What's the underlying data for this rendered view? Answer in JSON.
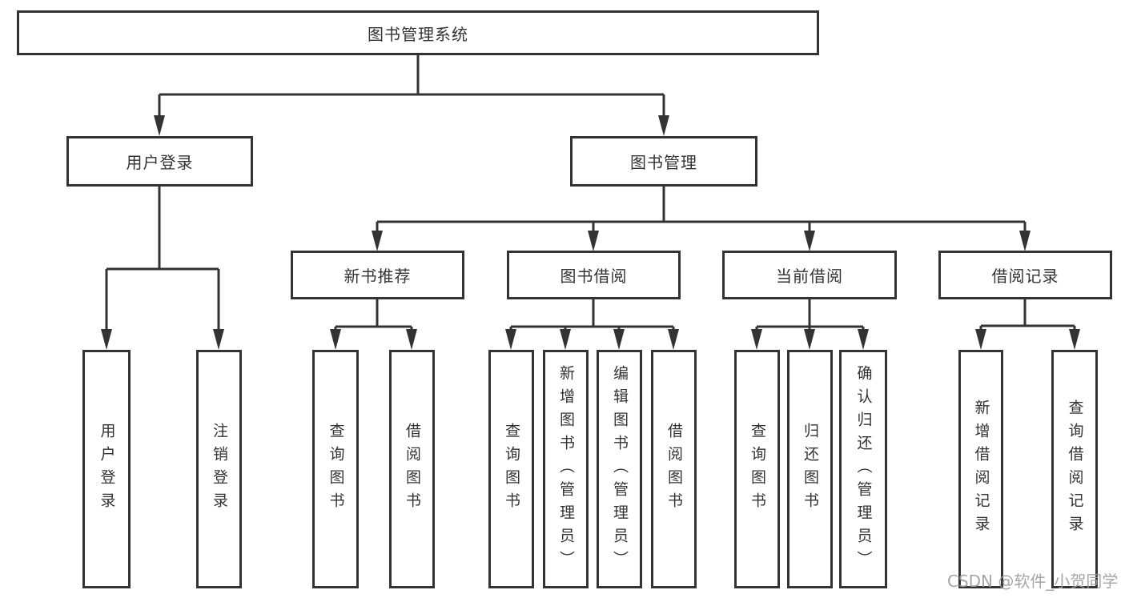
{
  "diagram": {
    "root": {
      "label": "图书管理系统"
    },
    "level2": {
      "user_login": {
        "label": "用户登录"
      },
      "book_management": {
        "label": "图书管理"
      }
    },
    "level3": {
      "new_book_recommend": {
        "label": "新书推荐"
      },
      "book_borrow": {
        "label": "图书借阅"
      },
      "current_borrow": {
        "label": "当前借阅"
      },
      "borrow_records": {
        "label": "借阅记录"
      }
    },
    "level4": {
      "user_login": {
        "label": "用户登录"
      },
      "logout": {
        "label": "注销登录"
      },
      "nbr_query_books": {
        "label": "查询图书"
      },
      "nbr_borrow_books": {
        "label": "借阅图书"
      },
      "bbw_query_books": {
        "label": "查询图书"
      },
      "bbw_add_books_admin": {
        "label": "新增图书（管理员）"
      },
      "bbw_edit_books_admin": {
        "label": "编辑图书（管理员）"
      },
      "bbw_borrow_books": {
        "label": "借阅图书"
      },
      "cbw_query_books": {
        "label": "查询图书"
      },
      "cbw_return_books": {
        "label": "归还图书"
      },
      "cbw_confirm_return_admin": {
        "label": "确认归还（管理员）"
      },
      "brec_add_record": {
        "label": "新增借阅记录"
      },
      "brec_query_record": {
        "label": "查询借阅记录"
      }
    },
    "watermark": {
      "label": "CSDN @软件_小贺同学"
    },
    "colors": {
      "line": "#333333",
      "node_border": "#333333",
      "node_text": "#333333",
      "background": "#ffffff",
      "watermark_text": "#9e9e9e"
    }
  }
}
